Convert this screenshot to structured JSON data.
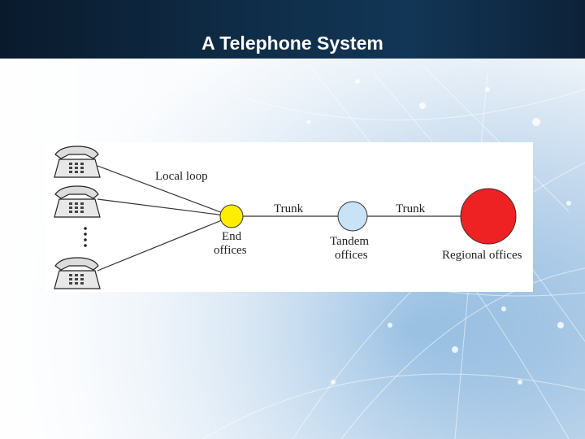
{
  "slide": {
    "title": "A Telephone System"
  },
  "diagram": {
    "labels": {
      "local_loop": "Local loop",
      "trunk_1": "Trunk",
      "trunk_2": "Trunk",
      "end_offices_line1": "End",
      "end_offices_line2": "offices",
      "tandem_offices_line1": "Tandem",
      "tandem_offices_line2": "offices",
      "regional_offices": "Regional offices"
    },
    "colors": {
      "end_office": "#ffee00",
      "tandem_office": "#c8e2f6",
      "regional_office": "#ee2222",
      "link_line": "#333333",
      "title_bar": "#0f2c46"
    },
    "icons": [
      "telephone-icon",
      "telephone-icon",
      "telephone-icon",
      "vertical-ellipsis"
    ]
  }
}
